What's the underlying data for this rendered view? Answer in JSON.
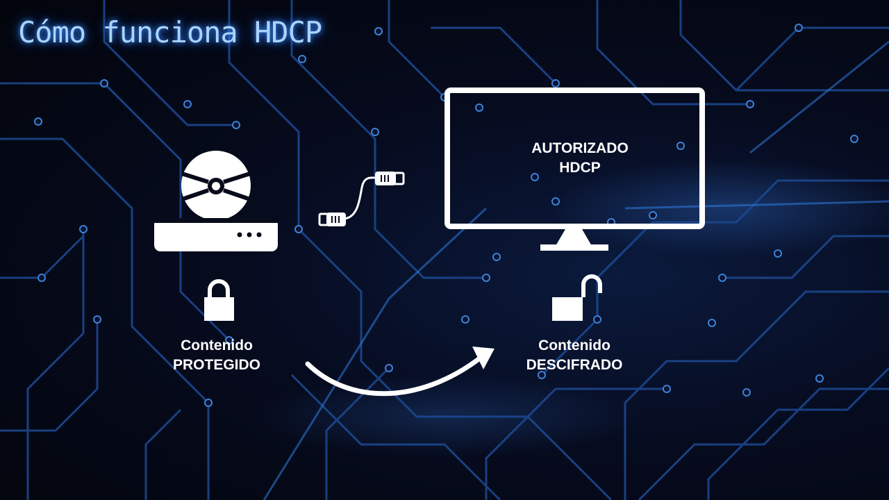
{
  "title": "Cómo funciona HDCP",
  "source": {
    "line1": "Contenido",
    "line2": "PROTEGIDO",
    "device_icon": "disc-player-icon",
    "lock_icon": "lock-closed-icon"
  },
  "cable": {
    "icon": "hdmi-cable-icon"
  },
  "display": {
    "icon": "monitor-icon",
    "line1": "AUTORIZADO",
    "line2": "HDCP",
    "lock_icon": "lock-open-icon"
  },
  "destination": {
    "line1": "Contenido",
    "line2": "DESCIFRADO"
  },
  "flow": {
    "icon": "curved-arrow-icon"
  },
  "colors": {
    "background": "#04060f",
    "title_glow": "#3d8cff",
    "circuit": "#1f4f9e",
    "foreground": "#ffffff"
  }
}
